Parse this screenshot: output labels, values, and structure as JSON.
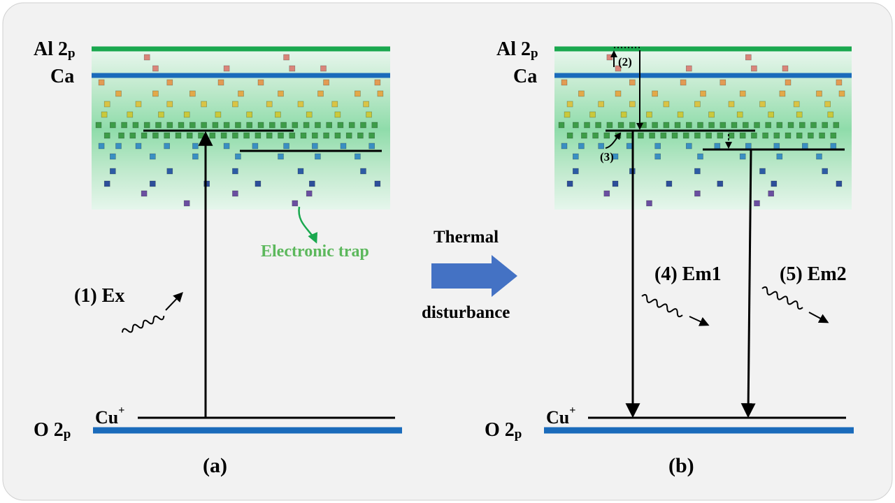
{
  "panel_a": {
    "top_level": "Al 2",
    "top_level_sub": "p",
    "ca_level": "Ca",
    "bottom_level": "O 2",
    "bottom_level_sub": "p",
    "ion": "Cu",
    "ion_charge": "+",
    "excitation_label": "(1) Ex",
    "trap_label": "Electronic trap",
    "caption": "(a)"
  },
  "panel_b": {
    "top_level": "Al 2",
    "top_level_sub": "p",
    "ca_level": "Ca",
    "bottom_level": "O 2",
    "bottom_level_sub": "p",
    "ion": "Cu",
    "ion_charge": "+",
    "step2_label": "(2)",
    "step3_label": "(3)",
    "emission1_label": "(4) Em1",
    "emission2_label": "(5) Em2",
    "caption": "(b)"
  },
  "transition": {
    "line1": "Thermal",
    "line2": "disturbance"
  },
  "colors": {
    "background": "#f2f2f2",
    "al_level": "#1aa84f",
    "ca_level": "#1a6bbb",
    "o_level": "#1a6bbb",
    "trap_text": "#5cb85c",
    "arrow_fill": "#4472c4",
    "band_glow": "#7fd99a"
  }
}
